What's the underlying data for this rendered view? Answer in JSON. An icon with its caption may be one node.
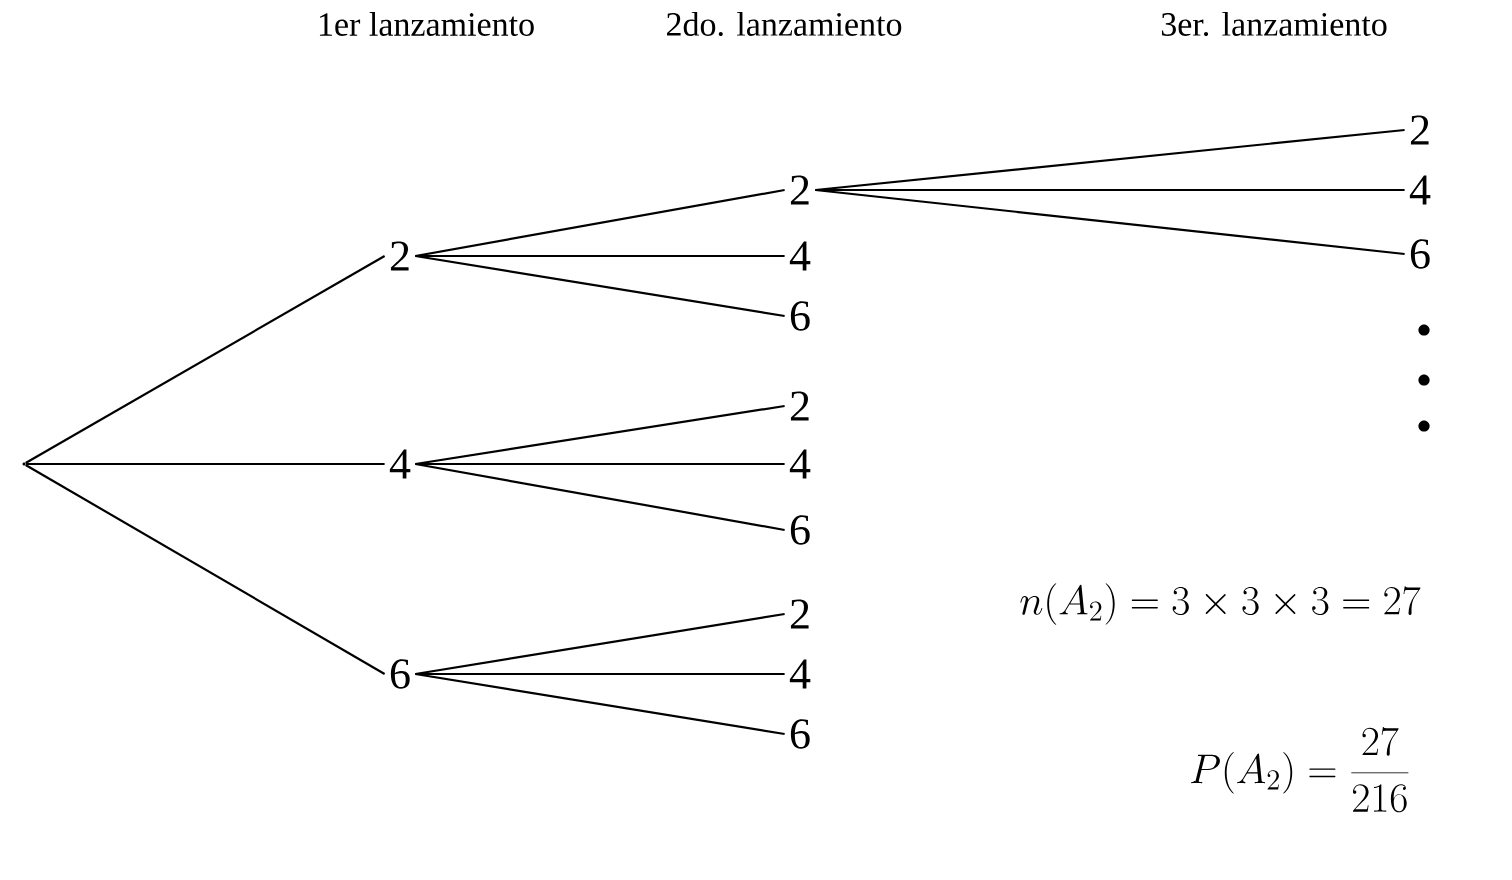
{
  "diagram": {
    "nodes": [
      {
        "text": [],
        "shape": "point"
      },
      {
        "text": [
          "2"
        ]
      },
      {
        "text": [
          "4"
        ]
      },
      {
        "text": [
          "6"
        ]
      },
      {
        "text": [
          "2"
        ]
      },
      {
        "text": [
          "4"
        ]
      },
      {
        "text": [
          "6"
        ]
      },
      {
        "text": [
          "2"
        ]
      },
      {
        "text": [
          "4"
        ]
      },
      {
        "text": [
          "6"
        ]
      },
      {
        "text": [
          "2"
        ]
      },
      {
        "text": [
          "4"
        ]
      },
      {
        "text": [
          "6"
        ]
      },
      {
        "text": [
          "2"
        ]
      },
      {
        "text": [
          "4"
        ]
      },
      {
        "text": [
          "6"
        ]
      }
    ],
    "edges": [
      {
        "from": 0,
        "to": 1,
        "arrow": "none"
      },
      {
        "from": 0,
        "to": 2,
        "arrow": "none"
      },
      {
        "from": 0,
        "to": 3,
        "arrow": "none"
      },
      {
        "from": 1,
        "to": 4,
        "arrow": "none"
      },
      {
        "from": 1,
        "to": 5,
        "arrow": "none"
      },
      {
        "from": 1,
        "to": 6,
        "arrow": "none"
      },
      {
        "from": 2,
        "to": 7,
        "arrow": "none"
      },
      {
        "from": 2,
        "to": 8,
        "arrow": "none"
      },
      {
        "from": 2,
        "to": 9,
        "arrow": "none"
      },
      {
        "from": 3,
        "to": 10,
        "arrow": "none"
      },
      {
        "from": 3,
        "to": 11,
        "arrow": "none"
      },
      {
        "from": 3,
        "to": 12,
        "arrow": "none"
      },
      {
        "from": 4,
        "to": 13,
        "arrow": "none"
      },
      {
        "from": 4,
        "to": 14,
        "arrow": "none"
      },
      {
        "from": 4,
        "to": 15,
        "arrow": "none"
      }
    ],
    "labels": [
      "1er lanzamiento",
      "2do. lanzamiento",
      "3er. lanzamiento",
      "n(A_2) = 3 \\times 3 \\times 3 = 27",
      "P(A_2) = \\frac{27}{216}"
    ]
  }
}
